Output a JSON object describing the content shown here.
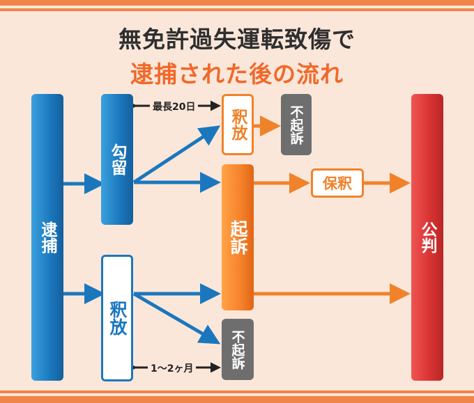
{
  "title": {
    "line1": "無免許過失運転致傷で",
    "line2": "逮捕された後の流れ"
  },
  "nodes": {
    "arrest": "逮捕",
    "detention": "勾留",
    "release_top": "釈放",
    "nonprosecution_top": "不起訴",
    "indictment": "起訴",
    "bail": "保釈",
    "trial": "公判",
    "release_bottom": "釈放",
    "nonprosecution_bottom": "不起訴"
  },
  "notes": {
    "detention_max": "最長20日",
    "release_period": "1〜2ヶ月"
  },
  "colors": {
    "blue": "#1B77BD",
    "orange": "#F0822A",
    "red": "#D83232",
    "gray": "#6E6E6E",
    "background": "#FBE7DA",
    "title_accent": "#F0692A"
  }
}
